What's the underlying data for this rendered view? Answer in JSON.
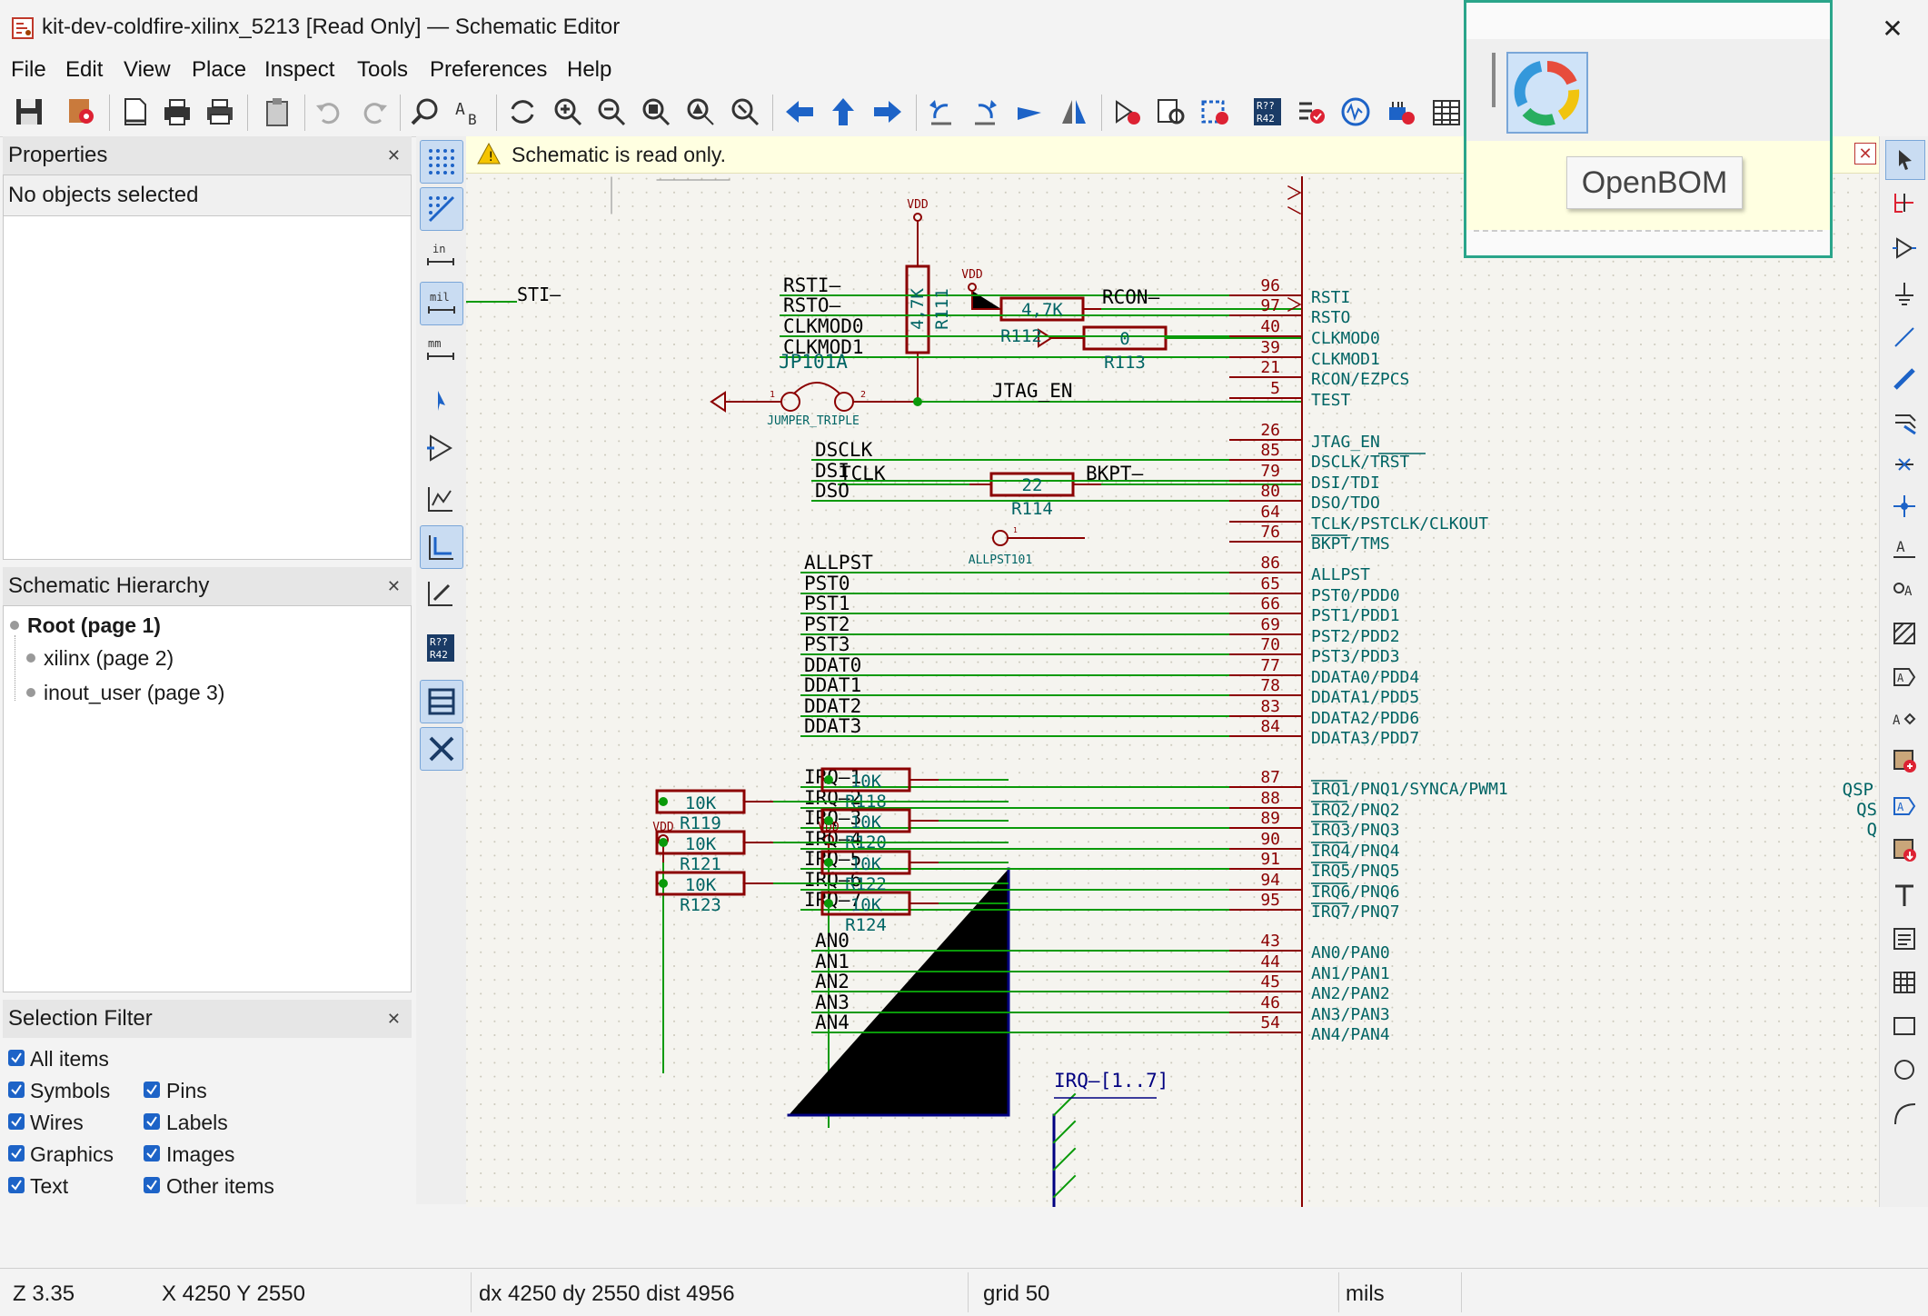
{
  "window": {
    "title": "kit-dev-coldfire-xilinx_5213 [Read Only] — Schematic Editor",
    "close_glyph": "✕"
  },
  "menu": [
    "File",
    "Edit",
    "View",
    "Place",
    "Inspect",
    "Tools",
    "Preferences",
    "Help"
  ],
  "toolbar_icons": [
    "save-icon",
    "schematic-setup-icon",
    "page-settings-icon",
    "print-icon",
    "plot-icon",
    "paste-icon",
    "undo-icon",
    "redo-icon",
    "find-icon",
    "find-replace-icon",
    "refresh-icon",
    "zoom-in-icon",
    "zoom-out-icon",
    "zoom-fit-icon",
    "zoom-objects-icon",
    "zoom-selection-icon",
    "navigate-back-icon",
    "navigate-up-icon",
    "navigate-forward-icon",
    "rotate-ccw-icon",
    "rotate-cw-icon",
    "mirror-vertical-icon",
    "mirror-horizontal-icon",
    "symbol-editor-icon",
    "symbol-browser-icon",
    "footprint-assign-icon",
    "annotate-icon",
    "erc-icon",
    "simulator-icon",
    "pcb-editor-icon",
    "bom-icon"
  ],
  "properties": {
    "title": "Properties",
    "empty": "No objects selected"
  },
  "hierarchy": {
    "title": "Schematic Hierarchy",
    "root": "Root (page 1)",
    "children": [
      "xilinx (page 2)",
      "inout_user (page 3)"
    ]
  },
  "selection_filter": {
    "title": "Selection Filter",
    "items": [
      "All items",
      "Symbols",
      "Pins",
      "Wires",
      "Labels",
      "Graphics",
      "Images",
      "Text",
      "Other items"
    ]
  },
  "infobar": {
    "message": "Schematic is read only."
  },
  "popup": {
    "tooltip": "OpenBOM"
  },
  "status": {
    "zoom": "Z 3.35",
    "xy": "X 4250  Y 2550",
    "delta": "dx 4250  dy 2550  dist 4956",
    "grid": "grid 50",
    "units": "mils"
  },
  "schematic": {
    "left_label": "STI—",
    "vdd": "VDD",
    "jumper_ref": "JP101A",
    "jumper_value": "JUMPER_TRIPLE",
    "jumper_pin1": "1",
    "jumper_pin2": "2",
    "allpst_tp": "ALLPST101",
    "allpst_pin": "1",
    "resistors": [
      {
        "ref": "R111",
        "value": "4,7K"
      },
      {
        "ref": "R112",
        "value": "4,7K"
      },
      {
        "ref": "R113",
        "value": "0"
      },
      {
        "ref": "R114",
        "value": "22"
      },
      {
        "ref": "R118",
        "value": "10K"
      },
      {
        "ref": "R119",
        "value": "10K"
      },
      {
        "ref": "R120",
        "value": "10K"
      },
      {
        "ref": "R121",
        "value": "10K"
      },
      {
        "ref": "R122",
        "value": "10K"
      },
      {
        "ref": "R123",
        "value": "10K"
      },
      {
        "ref": "R124",
        "value": "10K"
      }
    ],
    "bus_label": "IRQ—[1..7]",
    "net_labels": {
      "jtag_en": "JTAG_EN",
      "tclk": "TCLK",
      "bkpt": "BKPT—",
      "rcon": "RCON—"
    },
    "pins": [
      {
        "net": "RSTI—",
        "num": "96",
        "name": "RSTI"
      },
      {
        "net": "RSTO—",
        "num": "97",
        "name": "RSTO"
      },
      {
        "net": "CLKMOD0",
        "num": "40",
        "name": "CLKMOD0"
      },
      {
        "net": "CLKMOD1",
        "num": "39",
        "name": "CLKMOD1"
      },
      {
        "net": "",
        "num": "21",
        "name": "RCON/EZPCS"
      },
      {
        "net": "",
        "num": "5",
        "name": "TEST"
      },
      {
        "net": "",
        "num": "26",
        "name": "JTAG_EN"
      },
      {
        "net": "DSCLK",
        "num": "85",
        "name": "DSCLK/TRST"
      },
      {
        "net": "DSI",
        "num": "79",
        "name": "DSI/TDI"
      },
      {
        "net": "DSO",
        "num": "80",
        "name": "DSO/TDO"
      },
      {
        "net": "",
        "num": "64",
        "name": "TCLK/PSTCLK/CLKOUT"
      },
      {
        "net": "",
        "num": "76",
        "name": "BKPT/TMS"
      },
      {
        "net": "ALLPST",
        "num": "86",
        "name": "ALLPST"
      },
      {
        "net": "PST0",
        "num": "65",
        "name": "PST0/PDD0"
      },
      {
        "net": "PST1",
        "num": "66",
        "name": "PST1/PDD1"
      },
      {
        "net": "PST2",
        "num": "69",
        "name": "PST2/PDD2"
      },
      {
        "net": "PST3",
        "num": "70",
        "name": "PST3/PDD3"
      },
      {
        "net": "DDAT0",
        "num": "77",
        "name": "DDATA0/PDD4"
      },
      {
        "net": "DDAT1",
        "num": "78",
        "name": "DDATA1/PDD5"
      },
      {
        "net": "DDAT2",
        "num": "83",
        "name": "DDATA2/PDD6"
      },
      {
        "net": "DDAT3",
        "num": "84",
        "name": "DDATA3/PDD7"
      },
      {
        "net": "IRQ—1",
        "num": "87",
        "name": "IRQ1/PNQ1/SYNCA/PWM1"
      },
      {
        "net": "IRQ—2",
        "num": "88",
        "name": "IRQ2/PNQ2"
      },
      {
        "net": "IRQ—3",
        "num": "89",
        "name": "IRQ3/PNQ3"
      },
      {
        "net": "IRQ—4",
        "num": "90",
        "name": "IRQ4/PNQ4"
      },
      {
        "net": "IRQ—5",
        "num": "91",
        "name": "IRQ5/PNQ5"
      },
      {
        "net": "IRQ—6",
        "num": "94",
        "name": "IRQ6/PNQ6"
      },
      {
        "net": "IRQ—7",
        "num": "95",
        "name": "IRQ7/PNQ7"
      },
      {
        "net": "AN0",
        "num": "43",
        "name": "AN0/PAN0"
      },
      {
        "net": "AN1",
        "num": "44",
        "name": "AN1/PAN1"
      },
      {
        "net": "AN2",
        "num": "45",
        "name": "AN2/PAN2"
      },
      {
        "net": "AN3",
        "num": "46",
        "name": "AN3/PAN3"
      },
      {
        "net": "AN4",
        "num": "54",
        "name": "AN4/PAN4"
      }
    ],
    "right_edge_labels": [
      "QSP",
      "QS",
      "Q"
    ]
  },
  "colors": {
    "wire": "#0a9a0a",
    "pin": "#8b0000",
    "pin_text": "#006464",
    "net_text": "#000000",
    "bus": "#000080",
    "canvas": "#f5f4ef",
    "accent": "#2aa58a"
  }
}
